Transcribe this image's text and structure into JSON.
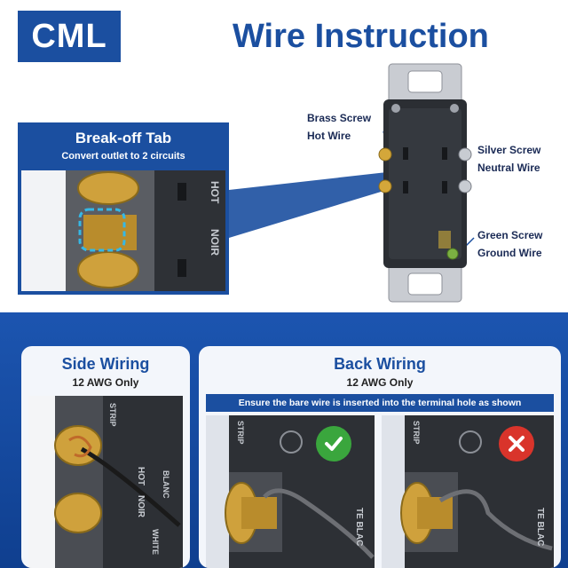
{
  "brand": {
    "label": "CML",
    "color": "#1b4fa0"
  },
  "title": "Wire Instruction",
  "break_off": {
    "title": "Break-off Tab",
    "subtitle": "Convert outlet to 2 circuits",
    "terminal_labels": [
      "HOT",
      "NOIR"
    ]
  },
  "callouts": {
    "brass_screw": "Brass Screw",
    "hot_wire": "Hot Wire",
    "silver_screw": "Silver Screw",
    "neutral_wire": "Neutral Wire",
    "green_screw": "Green Screw",
    "ground_wire": "Ground Wire"
  },
  "side_wiring": {
    "title": "Side Wiring",
    "subtitle": "12 AWG Only",
    "terminal_labels": [
      "STRIP",
      "HOT",
      "NOIR",
      "WHITE",
      "BLANC"
    ]
  },
  "back_wiring": {
    "title": "Back Wiring",
    "subtitle": "12 AWG Only",
    "instruction": "Ensure the bare wire is inserted into the terminal hole as shown",
    "terminal_labels": [
      "STRIP",
      "TE BLAC"
    ]
  },
  "status": {
    "correct": "check-icon",
    "incorrect": "cross-icon",
    "correct_color": "#3aa63d",
    "incorrect_color": "#d9342b"
  }
}
